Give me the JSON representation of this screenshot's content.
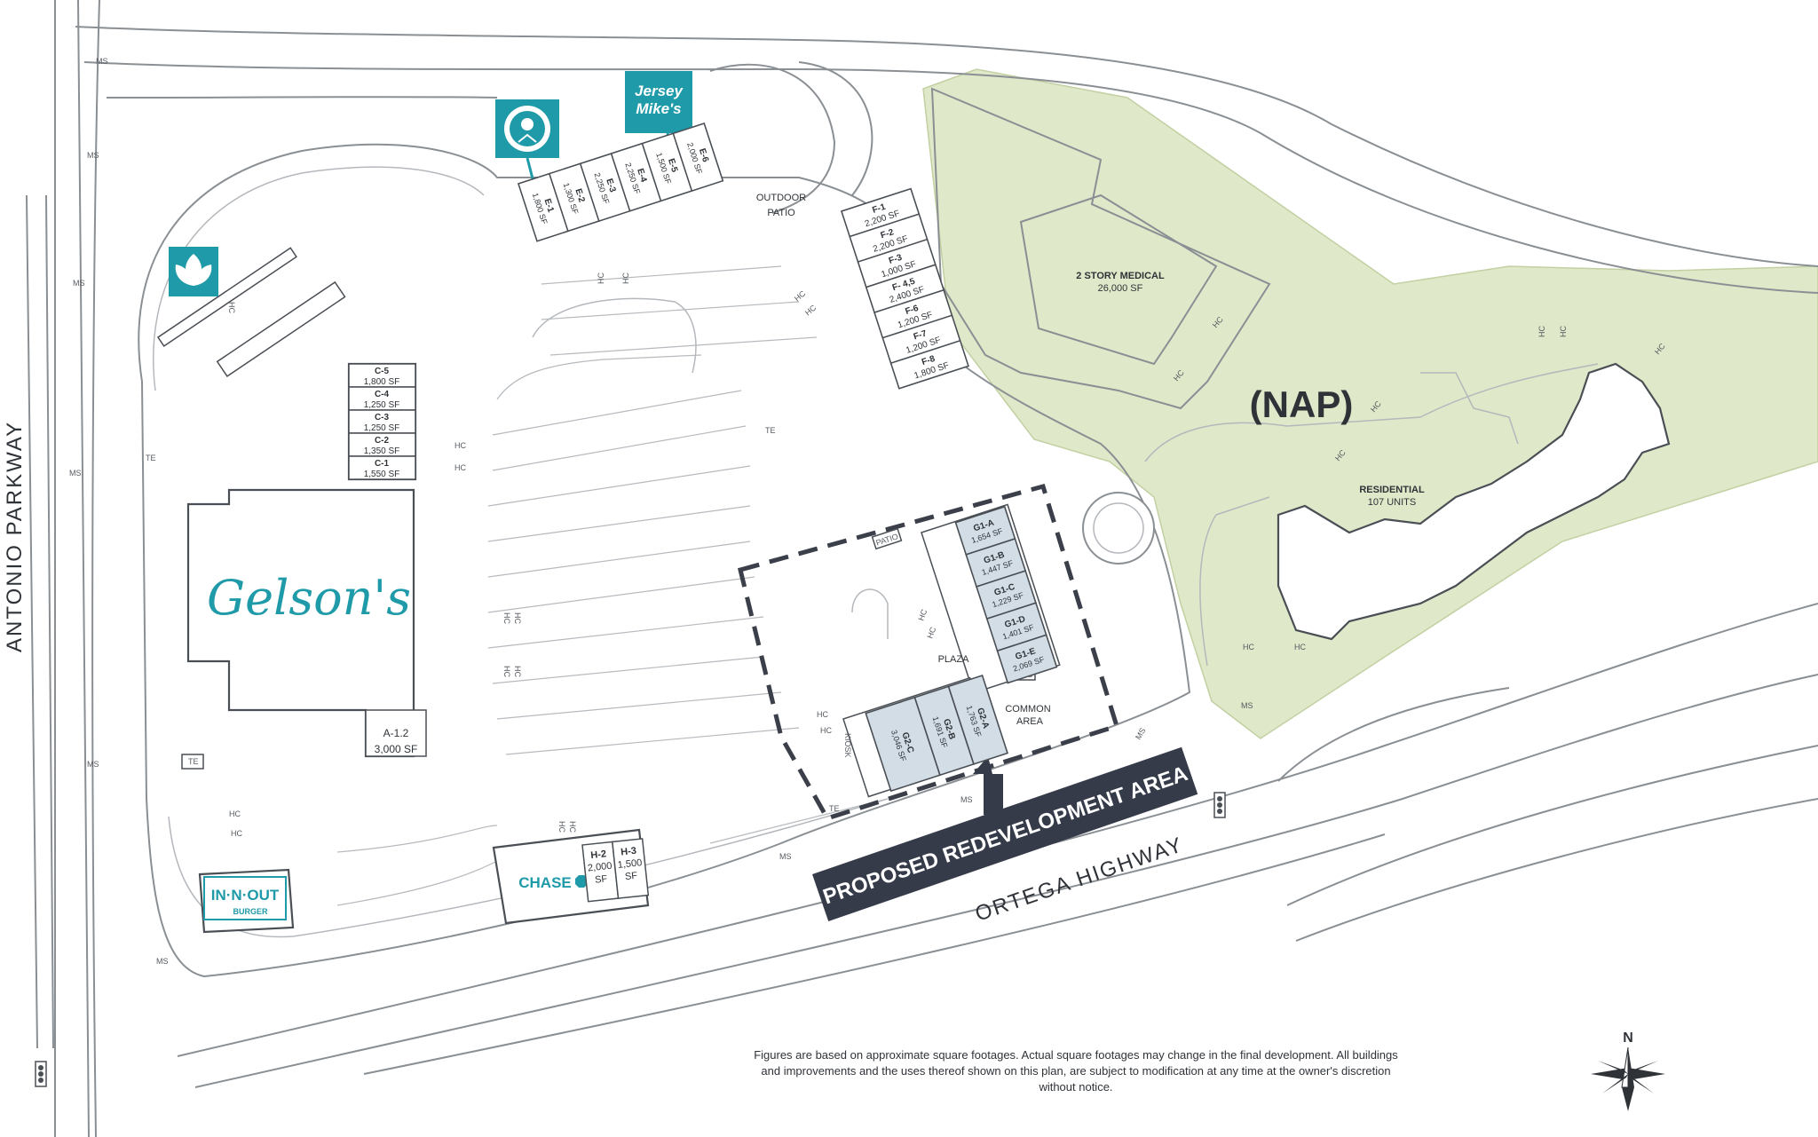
{
  "map": {
    "roads": {
      "left": "ANTONIO PARKWAY",
      "bottom": "ORTEGA HIGHWAY"
    },
    "nap_area": {
      "label": "(NAP)",
      "color": "#dfe8c9"
    },
    "medical": {
      "name": "2 STORY MEDICAL",
      "size": "26,000 SF"
    },
    "residential": {
      "name": "RESIDENTIAL",
      "units": "107 UNITS"
    },
    "anchor": {
      "name": "Gelson's",
      "suite": "A-1.2",
      "size": "3,000 SF",
      "color": "#1f9aa8"
    },
    "outdoor_patio": [
      "OUTDOOR",
      "PATIO"
    ],
    "plaza": "PLAZA",
    "common_area": [
      "COMMON",
      "AREA"
    ],
    "patio": "PATIO",
    "kiosk": "KIOSK",
    "redevelopment_banner": "PROPOSED REDEVELOPMENT AREA",
    "banner_color": "#363b4a",
    "brand_teal": "#1f9aa8",
    "suites_c": [
      {
        "id": "C-5",
        "size": "1,800 SF"
      },
      {
        "id": "C-4",
        "size": "1,250 SF"
      },
      {
        "id": "C-3",
        "size": "1,250 SF"
      },
      {
        "id": "C-2",
        "size": "1,350 SF"
      },
      {
        "id": "C-1",
        "size": "1,550 SF"
      }
    ],
    "suites_e": [
      {
        "id": "E-1",
        "size": "1,800 SF"
      },
      {
        "id": "E-2",
        "size": "1,300 SF"
      },
      {
        "id": "E-3",
        "size": "2,250 SF"
      },
      {
        "id": "E-4",
        "size": "2,250 SF"
      },
      {
        "id": "E-5",
        "size": "1,500 SF"
      },
      {
        "id": "E-6",
        "size": "2,000 SF"
      }
    ],
    "suites_f": [
      {
        "id": "F-1",
        "size": "2,200 SF"
      },
      {
        "id": "F-2",
        "size": "2,200 SF"
      },
      {
        "id": "F-3",
        "size": "1,000 SF"
      },
      {
        "id": "F- 4,5",
        "size": "2,400 SF"
      },
      {
        "id": "F-6",
        "size": "1,200 SF"
      },
      {
        "id": "F-7",
        "size": "1,200 SF"
      },
      {
        "id": "F-8",
        "size": "1,800 SF"
      }
    ],
    "suites_g1": [
      {
        "id": "G1-A",
        "size": "1,654 SF"
      },
      {
        "id": "G1-B",
        "size": "1,447 SF"
      },
      {
        "id": "G1-C",
        "size": "1,229 SF"
      },
      {
        "id": "G1-D",
        "size": "1,401 SF"
      },
      {
        "id": "G1-E",
        "size": "2,069 SF"
      }
    ],
    "suites_g2": [
      {
        "id": "G2-C",
        "size": "3,046 SF"
      },
      {
        "id": "G2-B",
        "size": "1,691 SF"
      },
      {
        "id": "G2-A",
        "size": "1,763 SF"
      }
    ],
    "suites_h": [
      {
        "id": "H-2",
        "size": "2,000",
        "unit": "SF"
      },
      {
        "id": "H-3",
        "size": "1,500",
        "unit": "SF"
      }
    ],
    "tenants": {
      "jersey": [
        "Jersey",
        "Mike's"
      ],
      "innout": [
        "IN·N·OUT",
        "BURGER"
      ],
      "chase": "CHASE"
    },
    "markers": {
      "hc": "HC",
      "te": "TE",
      "ms": "MS"
    },
    "north": "N"
  },
  "disclaimer": "Figures are based on approximate square footages. Actual square footages may change in the final development. All buildings and improvements and the uses thereof shown on this plan, are subject to modification at any time at the owner's discretion without notice."
}
